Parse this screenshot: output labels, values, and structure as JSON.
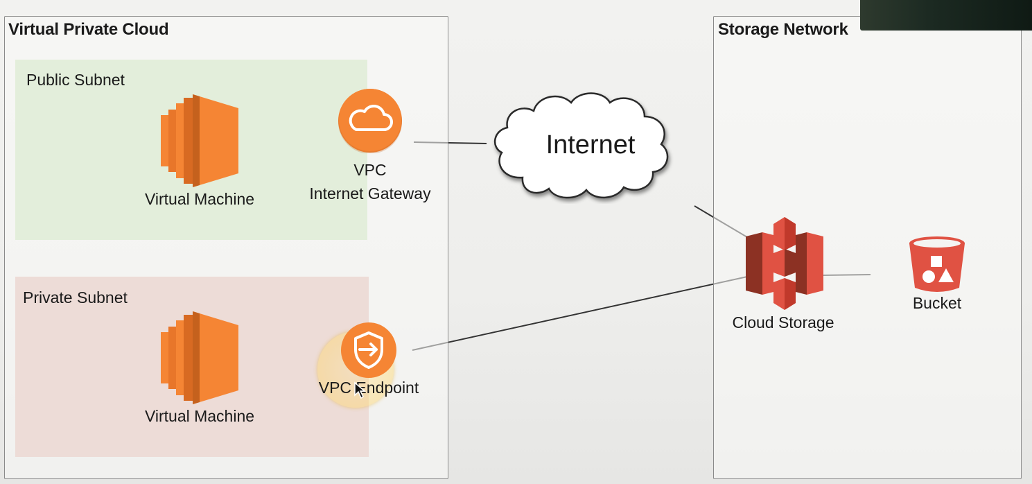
{
  "vpc": {
    "title": "Virtual Private Cloud",
    "public_subnet": {
      "title": "Public Subnet",
      "vm_label": "Virtual Machine",
      "gateway_label_line1": "VPC",
      "gateway_label_line2": "Internet Gateway"
    },
    "private_subnet": {
      "title": "Private Subnet",
      "vm_label": "Virtual Machine",
      "endpoint_label": "VPC Endpoint"
    }
  },
  "internet": {
    "label": "Internet"
  },
  "storage_network": {
    "title": "Storage Network",
    "cloud_storage_label": "Cloud Storage",
    "bucket_label": "Bucket"
  },
  "colors": {
    "compute_orange": "#f58534",
    "compute_dark": "#c5611d",
    "storage_red": "#e05243",
    "storage_dark": "#8c3123",
    "public_subnet_bg": "#e3eedb",
    "private_subnet_bg": "#eddcd7"
  },
  "icons": {
    "vm": "ec2-instance-icon",
    "gateway": "cloud-icon",
    "endpoint": "shield-arrow-icon",
    "storage": "s3-icon",
    "bucket": "bucket-icon"
  }
}
